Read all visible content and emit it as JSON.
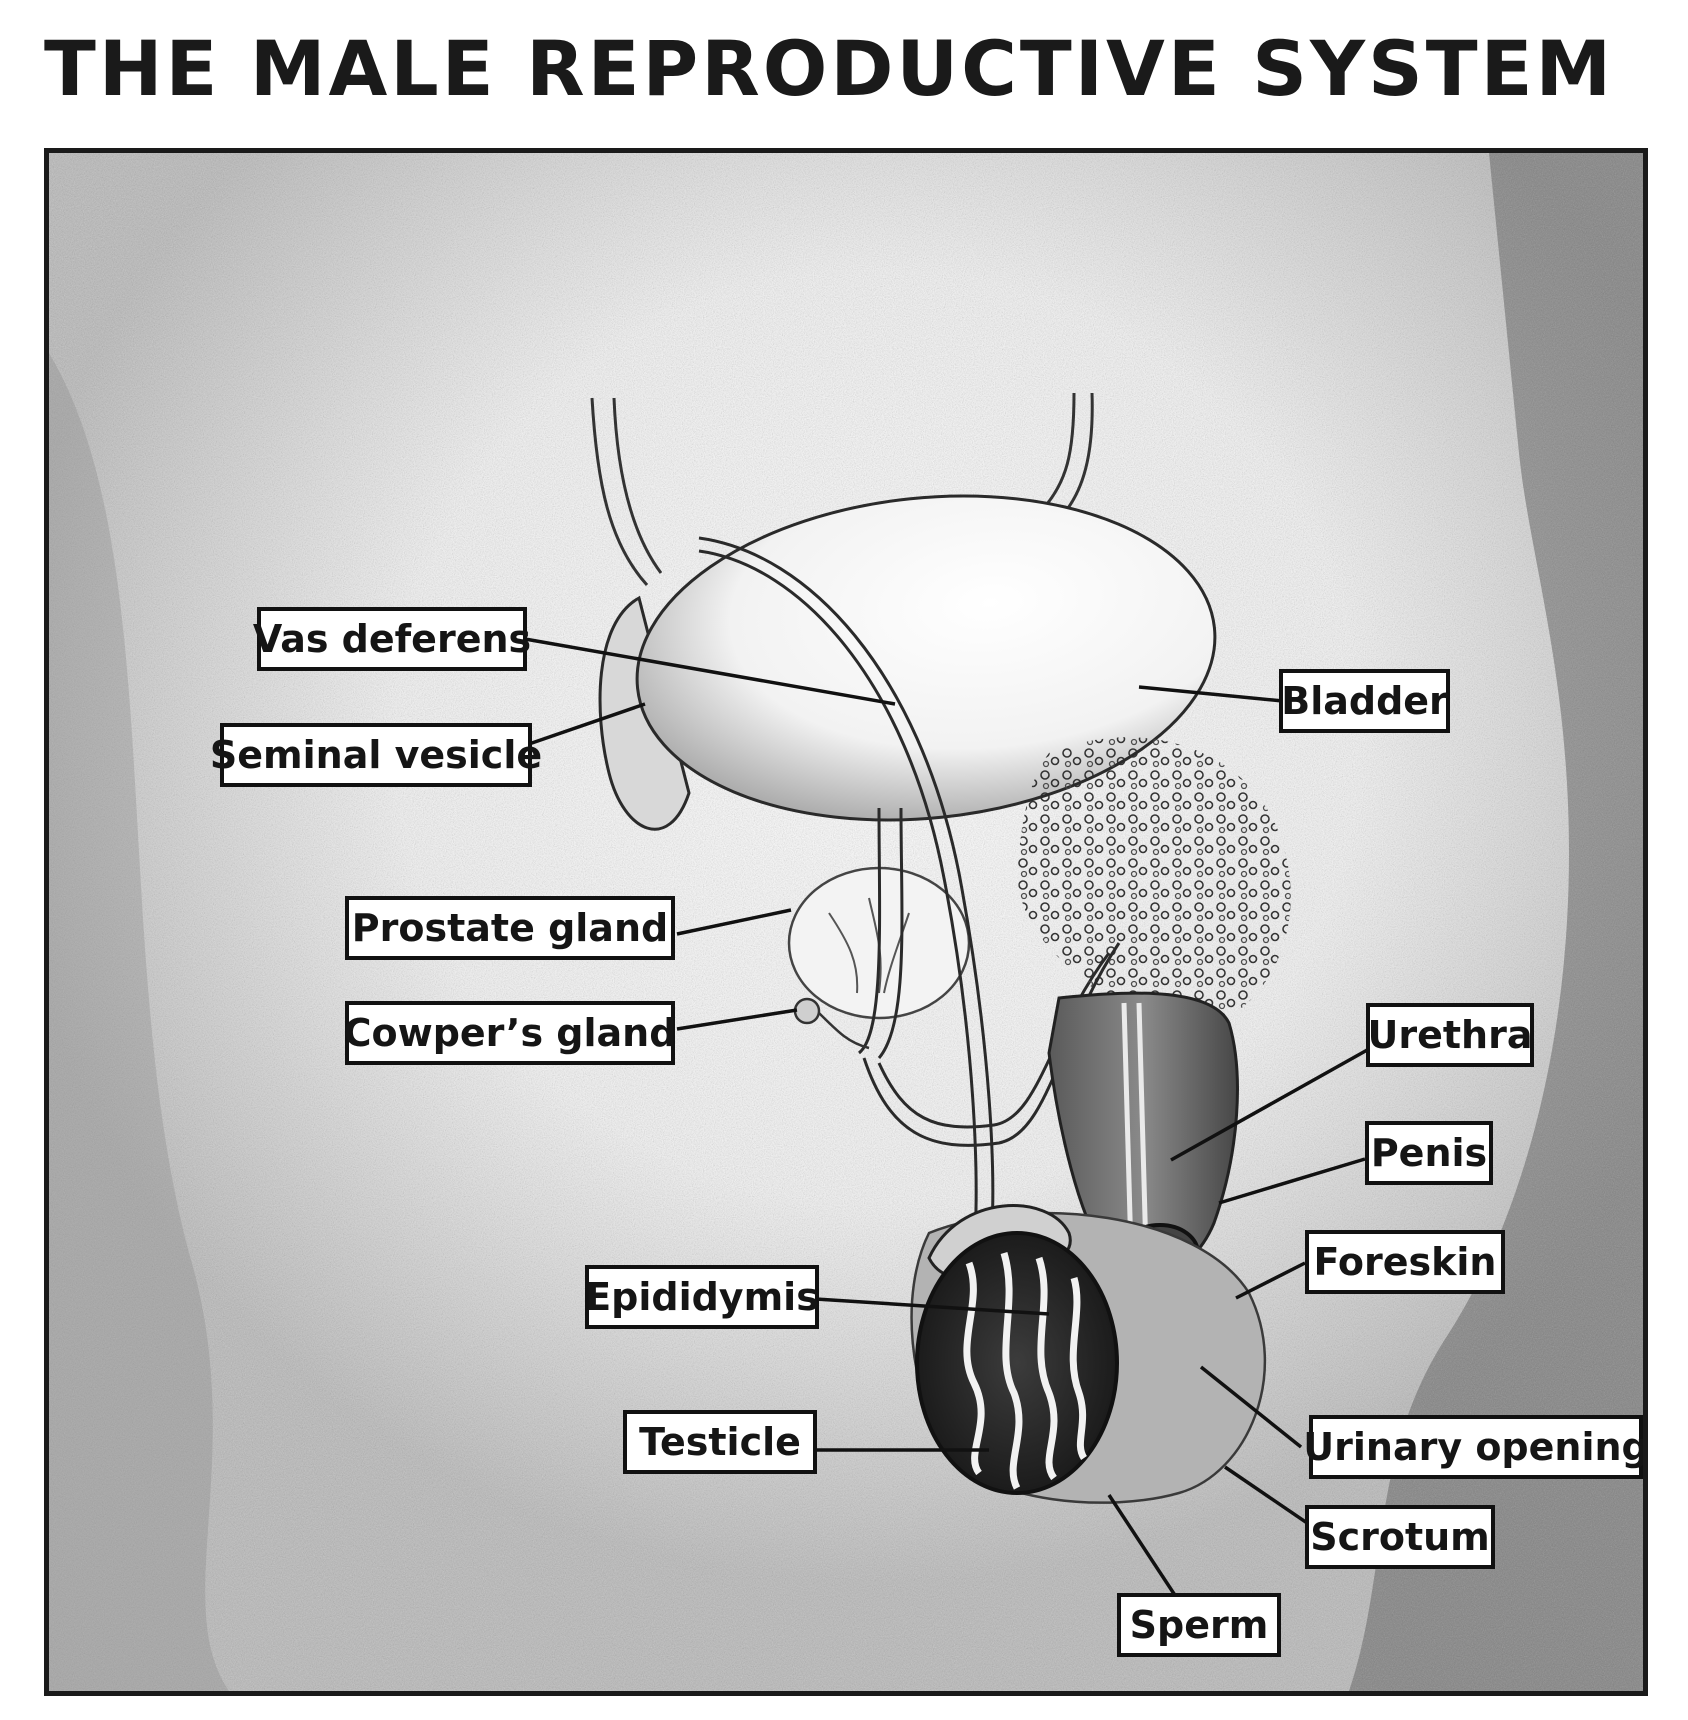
{
  "title": "THE MALE REPRODUCTIVE SYSTEM",
  "labels": {
    "vas_deferens": "Vas deferens",
    "seminal_vesicle": "Seminal vesicle",
    "bladder": "Bladder",
    "prostate_gland": "Prostate gland",
    "cowpers_gland": "Cowper’s gland",
    "urethra": "Urethra",
    "penis": "Penis",
    "foreskin": "Foreskin",
    "epididymis": "Epididymis",
    "urinary_opening": "Urinary opening",
    "testicle": "Testicle",
    "scrotum": "Scrotum",
    "sperm": "Sperm"
  },
  "colors": {
    "line": "#1a1a1a",
    "label_border": "#111111",
    "shading": "#6b6b6b",
    "paper": "#ffffff"
  }
}
